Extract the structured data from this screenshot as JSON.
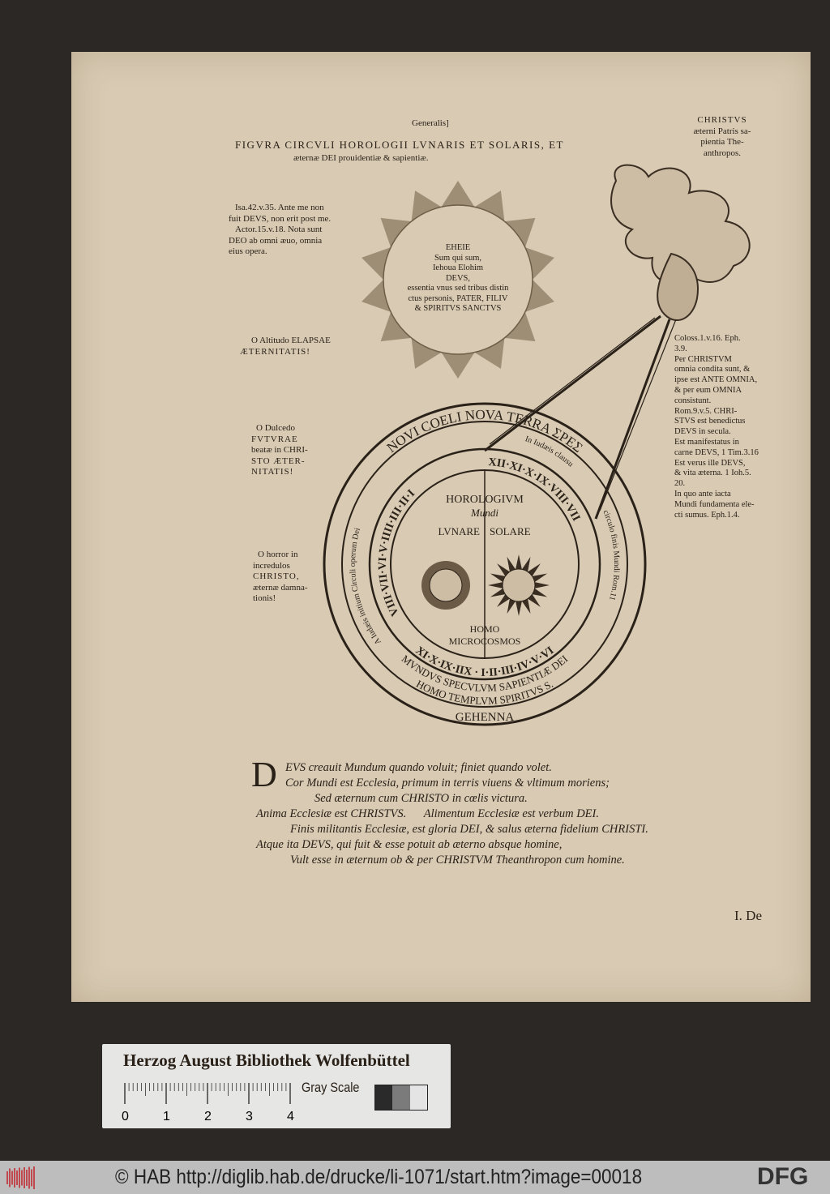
{
  "page": {
    "header_small": "Generalis]",
    "title_line1": "FIGVRA CIRCVLI HOROLOGII LVNARIS ET SOLARIS, ET",
    "title_line2": "æternæ DEI prouidentiæ & sapientiæ.",
    "top_right_note": [
      "CHRISTVS",
      "æterni Patris sa-",
      "pientia The-",
      "anthropos."
    ],
    "left_notes": [
      [
        "Isa.42.v.35. Ante me non",
        "fuit DEVS, non erit post me.",
        "Actor.15.v.18. Nota sunt",
        "DEO ab omni æuo, omnia",
        "eius opera."
      ],
      [
        "O Altitudo ELAPSAE",
        "ÆTERNITATIS!"
      ],
      [
        "O Dulcedo",
        "FVTVRAE",
        "beatæ in CHRI-",
        "STO ÆTER-",
        "NITATIS!"
      ],
      [
        "O horror in",
        "incredulos",
        "CHRISTO,",
        "æternæ damna-",
        "tionis!"
      ]
    ],
    "right_notes": [
      "Coloss.1.v.16. Eph.",
      "3.9.",
      "Per CHRISTVM",
      "omnia condita sunt, &",
      "ipse est ANTE OMNIA,",
      "& per eum OMNIA",
      "consistunt.",
      "Rom.9.v.5. CHRI-",
      "STVS est benedictus",
      "DEVS in secula.",
      "Est manifestatus in",
      "carne DEVS, 1 Tim.3.16",
      "Est verus ille DEVS,",
      "& vita æterna. 1 Ioh.5.",
      "20.",
      "In quo ante iacta",
      "Mundi fundamenta ele-",
      "cti sumus. Eph.1.4."
    ],
    "sun_text": [
      "EHEIE",
      "Sum qui sum,",
      "Iehoua Elohim",
      "DEVS,",
      "essentia vnus sed tribus distin",
      "ctus personis, PATER, FILIV",
      "& SPIRITVS SANCTVS"
    ],
    "circle": {
      "outer_top": "NOVI COELI NOVA TERRA ΣPEΣ",
      "left_arc": "A Iudæis initium Circuli operum Dei",
      "right_arc_top": "In Iudæis clausu",
      "right_arc_side": "circulo finis Mundi Rom.11",
      "numerals_top_left": "VIII·VII·VI·V·IIII·III·II·I",
      "numerals_top_right": "XII·XI·X·IX·VIII·VII",
      "numerals_bottom": "XI·X·IX·IIX · I·II·III·IV·V·VI",
      "inner_title1": "HOROLOGIVM",
      "inner_title2": "Mundi",
      "lunare": "LVNARE",
      "solare": "SOLARE",
      "homo1": "HOMO",
      "homo2": "MICROCOSMOS",
      "bottom_arc1": "MVNDVS SPECVLVM SAPIENTIÆ DEI",
      "bottom_arc2": "HOMO TEMPLVM SPIRITVS S.",
      "gehenna": "GEHENNA"
    },
    "verse": {
      "dropcap": "D",
      "lines": [
        "EVS creauit Mundum quando voluit; finiet quando volet.",
        "Cor Mundi est Ecclesia, primum in terris viuens & vltimum moriens;",
        "Sed æternum cum CHRISTO in cœlis victura.",
        "Anima Ecclesiæ est CHRISTVS.      Alimentum Ecclesiæ est verbum DEI.",
        "Finis militantis Ecclesiæ, est gloria DEI, & salus æterna fidelium CHRISTI.",
        "Atque ita DEVS, qui fuit & esse potuit ab æterno absque homine,",
        "Vult esse in æternum ob & per CHRISTVM Theanthropon cum homine."
      ]
    },
    "catchword": "I. De"
  },
  "label": {
    "institution": "Herzog August Bibliothek Wolfenbüttel",
    "gray_scale": "Gray Scale",
    "ruler_ticks": [
      "0",
      "1",
      "2",
      "3",
      "4"
    ]
  },
  "footer": {
    "copyright_url": "© HAB http://diglib.hab.de/drucke/li-1071/start.htm?image=00018",
    "dfg_logo": "DFG",
    "logo_color": "#c0202a"
  }
}
